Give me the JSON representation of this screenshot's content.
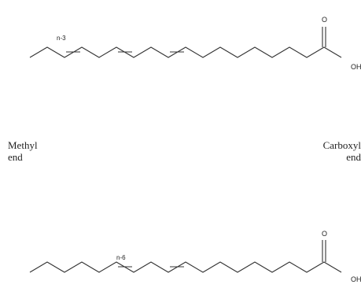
{
  "molecules": [
    {
      "marker": "n-3",
      "carbonyl_o": "O",
      "hydroxyl_o": "OH"
    },
    {
      "marker": "n-6",
      "carbonyl_o": "O",
      "hydroxyl_o": "OH"
    }
  ],
  "labels": {
    "methyl_line1": "Methyl",
    "methyl_line2": "end",
    "carboxyl_line1": "Carboxyl",
    "carboxyl_line2": "end"
  },
  "colors": {
    "bond": "#333333",
    "text": "#222222"
  }
}
